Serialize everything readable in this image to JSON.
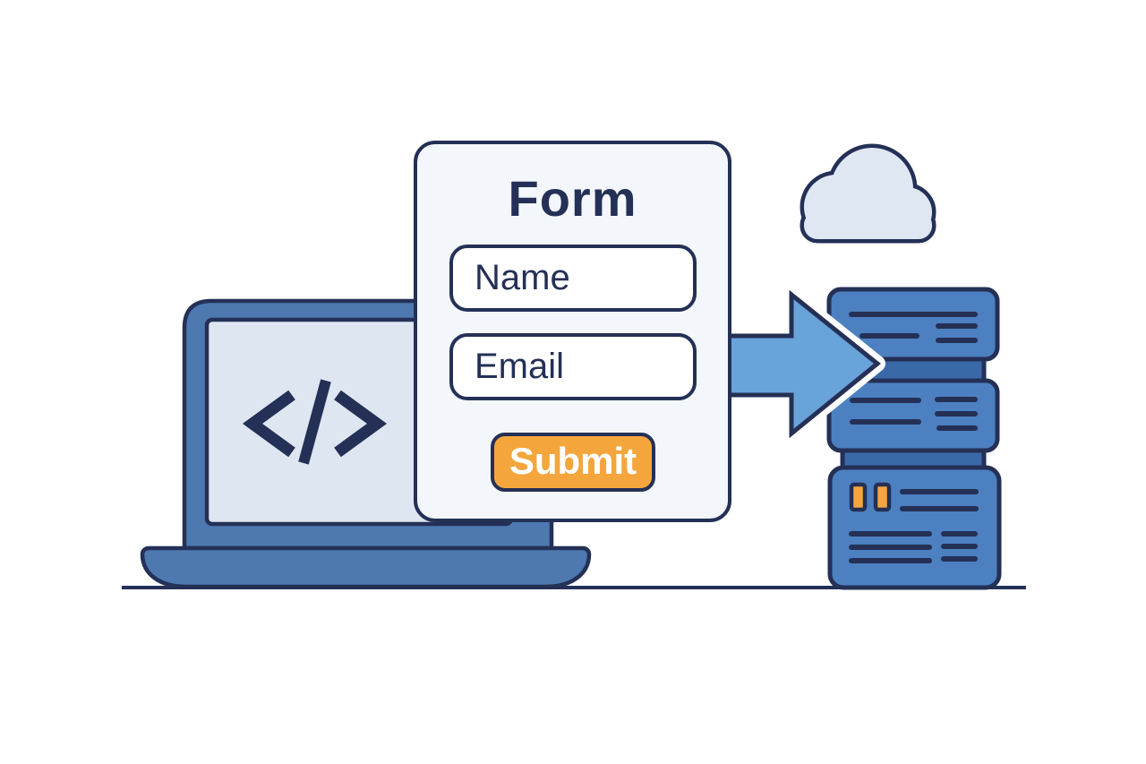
{
  "form": {
    "title": "Form",
    "fields": [
      {
        "placeholder": "Name"
      },
      {
        "placeholder": "Email"
      }
    ],
    "submit_label": "Submit"
  },
  "icons": {
    "code": "</>",
    "cloud": "cloud",
    "arrow": "arrow-right",
    "server": "server-stack"
  },
  "colors": {
    "navy": "#243056",
    "laptop_blue": "#4d79b0",
    "screen_light": "#dee6f2",
    "form_bg": "#f3f7fb",
    "arrow_blue": "#68a3d9",
    "server_blue": "#4c80c1",
    "server_connector": "#3a69a8",
    "accent_orange": "#f4a63d",
    "cloud_fill": "#dfe7f3"
  }
}
